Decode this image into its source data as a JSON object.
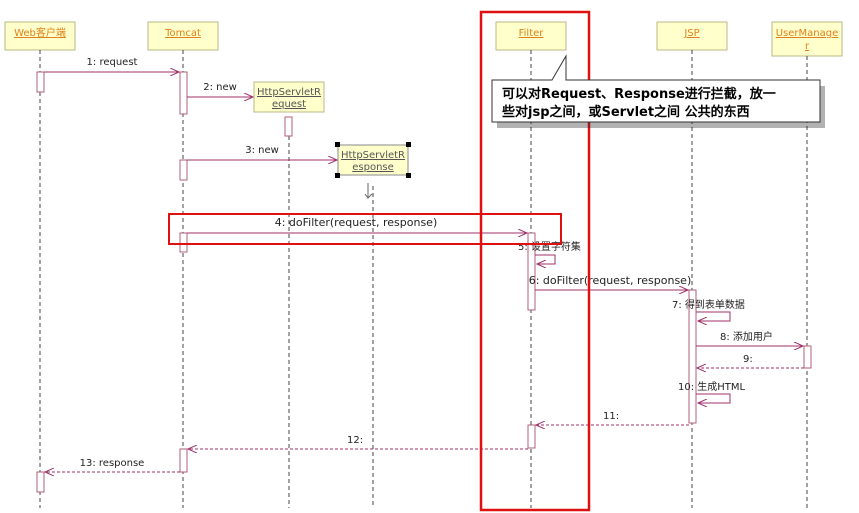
{
  "participants": [
    {
      "id": "web",
      "label": "Web客户端"
    },
    {
      "id": "tomcat",
      "label": "Tomcat"
    },
    {
      "id": "filter",
      "label": "Filter"
    },
    {
      "id": "jsp",
      "label": "JSP"
    },
    {
      "id": "um",
      "label_lines": [
        "UserManage",
        "r"
      ]
    }
  ],
  "created_objects": {
    "request": {
      "label_lines": [
        "HttpServletR",
        "equest"
      ]
    },
    "response": {
      "label_lines": [
        "HttpServletR",
        "esponse"
      ]
    }
  },
  "messages": [
    {
      "n": "1",
      "text": "1: request"
    },
    {
      "n": "2",
      "text": "2: new"
    },
    {
      "n": "3",
      "text": "3: new"
    },
    {
      "n": "4",
      "text": "4: doFilter(request, response)"
    },
    {
      "n": "5",
      "text": "5: 设置字符集"
    },
    {
      "n": "6",
      "text": "6: doFilter(request, response)"
    },
    {
      "n": "7",
      "text": "7: 得到表单数据"
    },
    {
      "n": "8",
      "text": "8: 添加用户"
    },
    {
      "n": "9",
      "text": "9:"
    },
    {
      "n": "10",
      "text": "10: 生成HTML"
    },
    {
      "n": "11",
      "text": "11:"
    },
    {
      "n": "12",
      "text": "12:"
    },
    {
      "n": "13",
      "text": "13: response"
    }
  ],
  "callout": {
    "lines": [
      "可以对Request、Response进行拦截，放一",
      "些对jsp之间，或Servlet之间 公共的东西"
    ]
  },
  "colors": {
    "lifeline_box_fill": "#ffffcc",
    "lifeline_box_border": "#b9b98a",
    "participant_text": "#e0801a",
    "message_line": "#a0306a",
    "activation_border": "#b0607a",
    "highlight_red": "#e01010"
  }
}
